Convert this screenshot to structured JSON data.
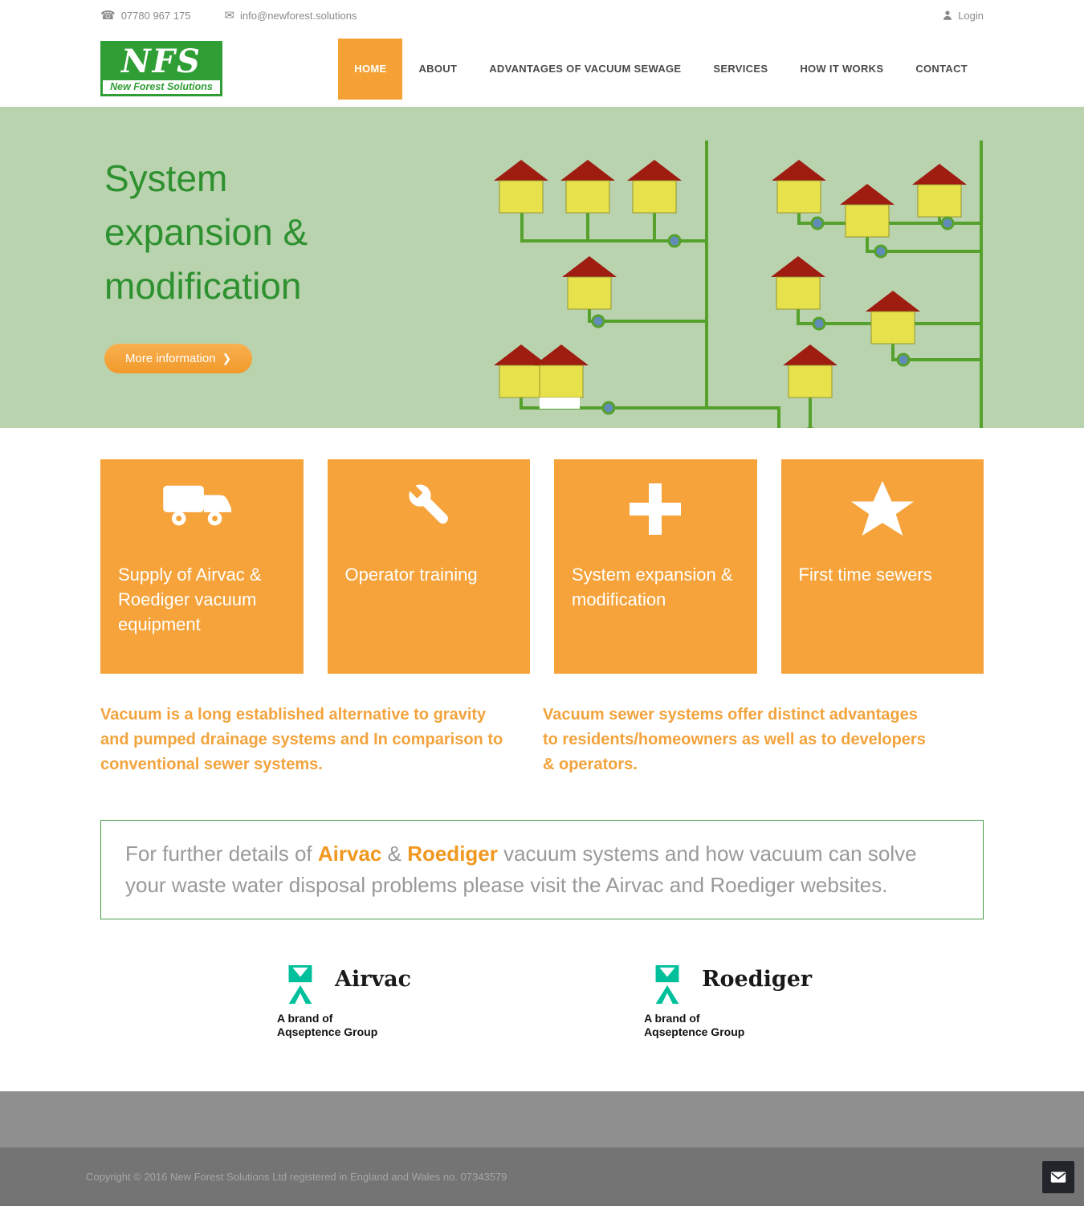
{
  "topbar": {
    "phone": "07780 967 175",
    "email": "info@newforest.solutions",
    "login": "Login"
  },
  "icons": {
    "phone_glyph": "☎",
    "envelope_glyph": "✉",
    "chevron_glyph": "❯"
  },
  "header": {
    "logo": {
      "abbr": "NFS",
      "name": "New Forest Solutions"
    },
    "nav": [
      {
        "label": "HOME",
        "active": true
      },
      {
        "label": "ABOUT",
        "active": false
      },
      {
        "label": "ADVANTAGES OF VACUUM SEWAGE",
        "active": false
      },
      {
        "label": "SERVICES",
        "active": false
      },
      {
        "label": "HOW IT WORKS",
        "active": false
      },
      {
        "label": "CONTACT",
        "active": false
      }
    ]
  },
  "hero": {
    "title": "System expansion & modification",
    "cta": "More information"
  },
  "cards": [
    {
      "icon": "truck-icon",
      "label": "Supply of Airvac & Roediger vacuum equipment"
    },
    {
      "icon": "wrench-icon",
      "label": "Operator training"
    },
    {
      "icon": "plus-icon",
      "label": "System expansion & modification"
    },
    {
      "icon": "star-icon",
      "label": "First time sewers"
    }
  ],
  "intro": {
    "left": "Vacuum is a long established alternative to gravity and pumped drainage systems and In comparison to conventional sewer systems.",
    "right": "Vacuum sewer systems offer distinct advantages to residents/homeowners as well as to developers & operators."
  },
  "box": {
    "part1": "For further details of ",
    "brand1": "Airvac",
    "sep": " & ",
    "brand2": "Roediger",
    "part2": " vacuum systems and how vacuum can solve your waste water disposal problems please visit the Airvac and Roediger websites."
  },
  "brands": [
    {
      "name": "Airvac",
      "tagline1": "A brand of",
      "tagline2": "Aqseptence Group"
    },
    {
      "name": "Roediger",
      "tagline1": "A brand of",
      "tagline2": "Aqseptence Group"
    }
  ],
  "footer": {
    "copyright": "Copyright © 2016 New Forest Solutions Ltd registered in England and Wales no. 07343579"
  },
  "colors": {
    "accent_orange": "#f5a33a",
    "brand_green": "#2f9e35",
    "hero_bg": "#b9d3ae",
    "hero_text": "#2e9130",
    "aqseptence_teal": "#00c09c",
    "roof_red": "#9e1c10",
    "house_yellow": "#e7e24b"
  }
}
